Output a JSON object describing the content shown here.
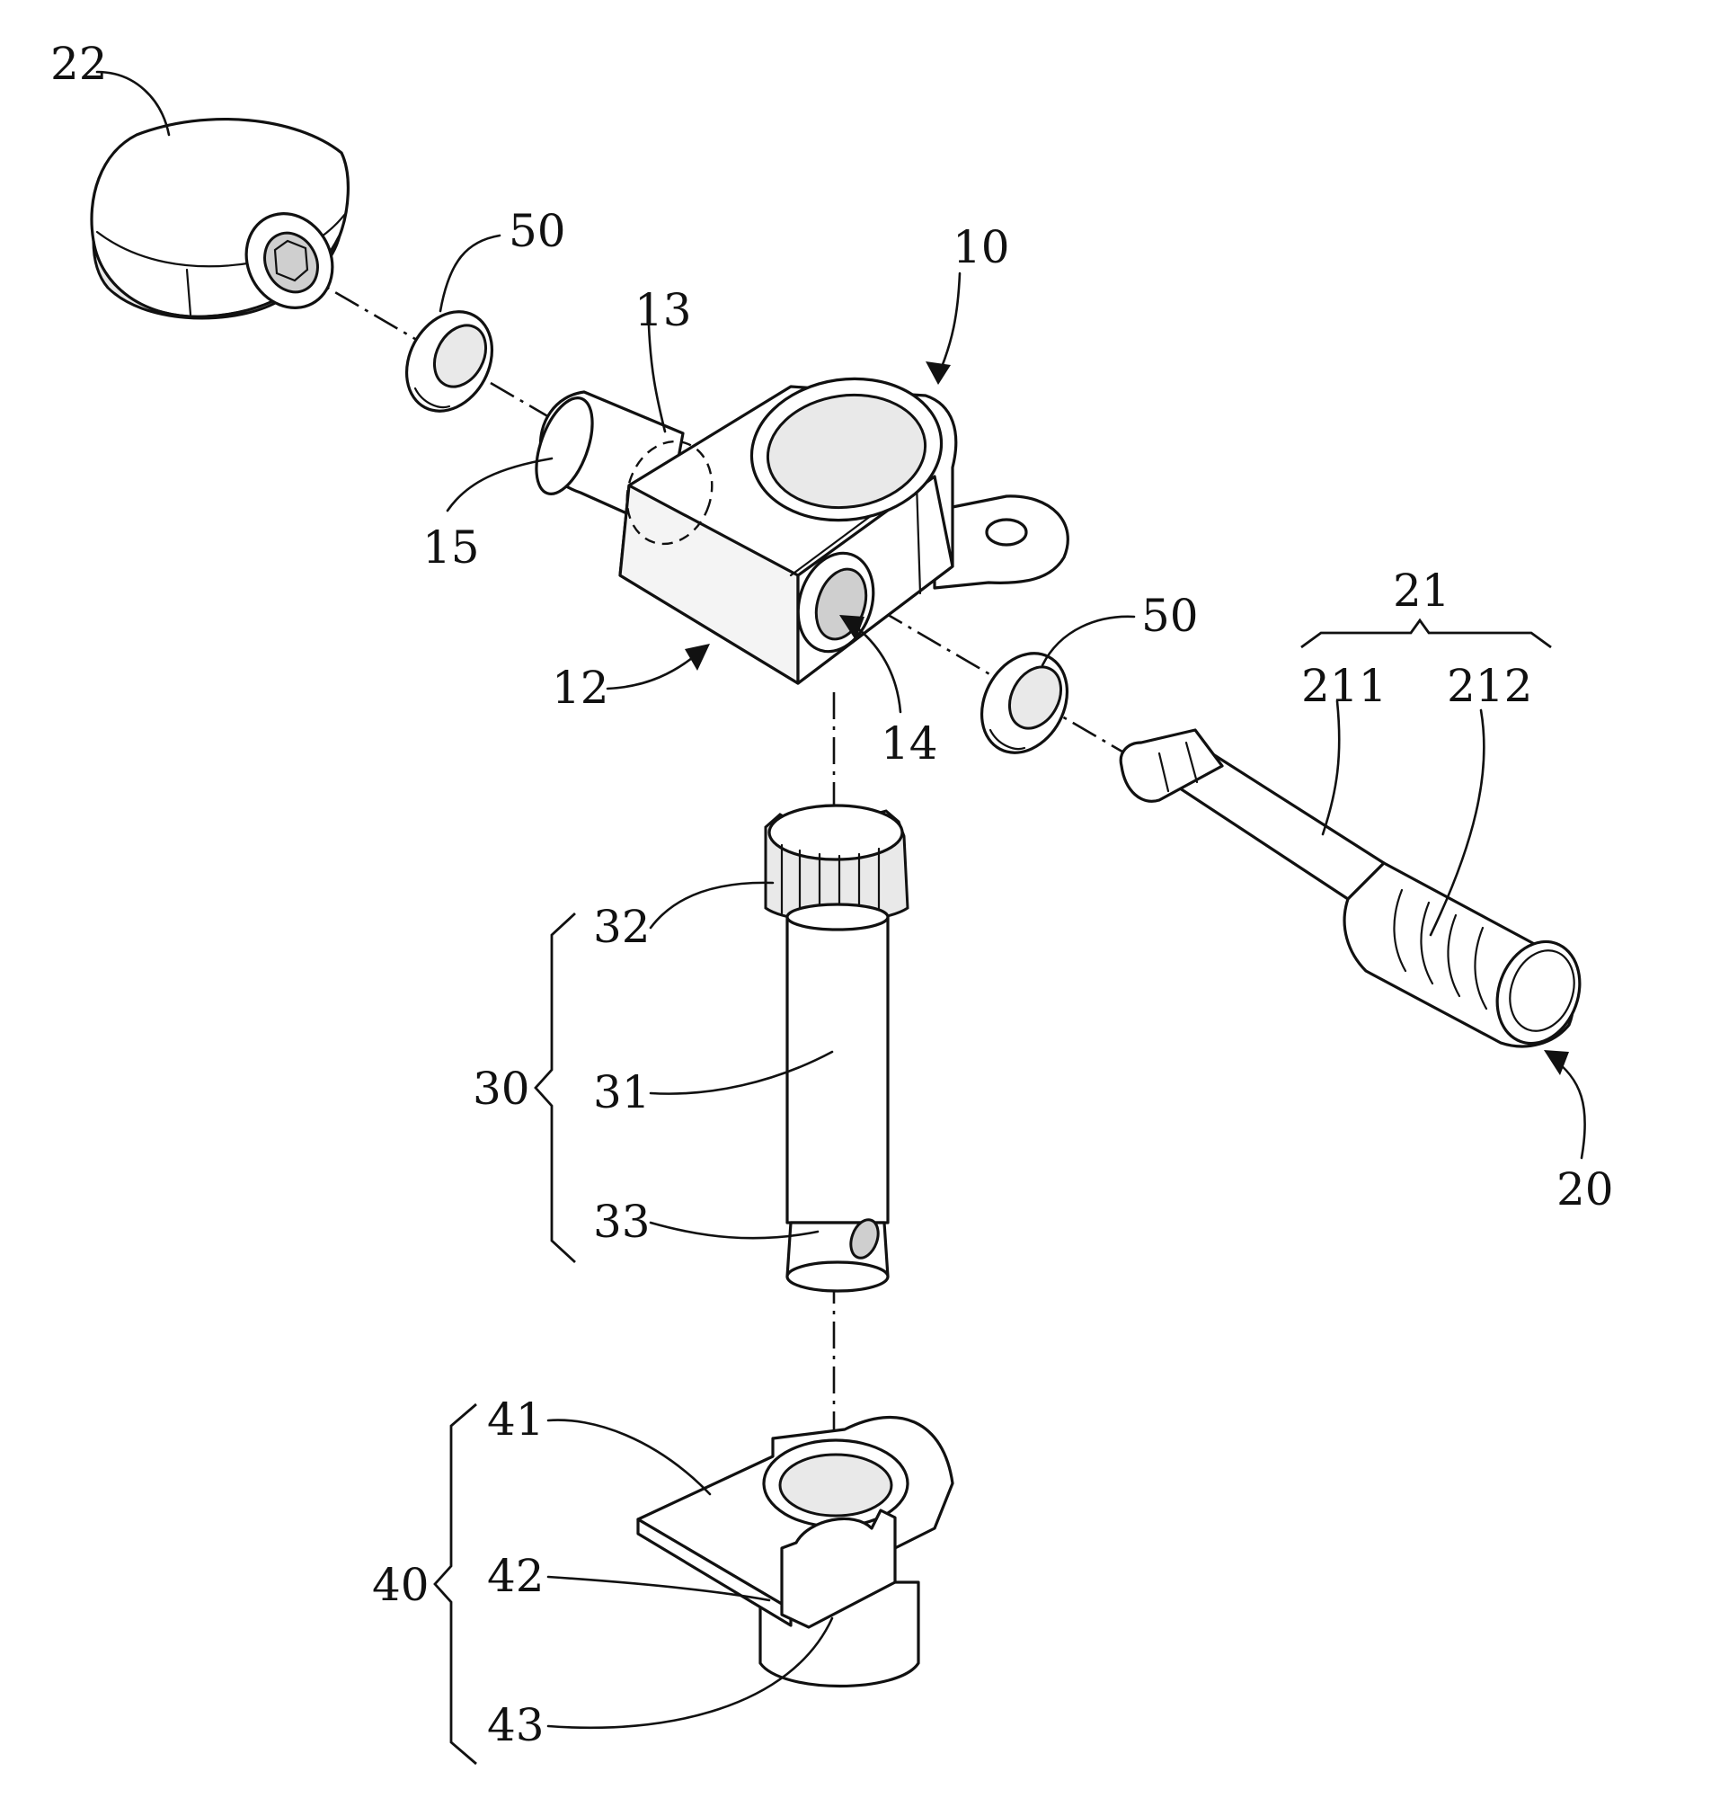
{
  "figure": {
    "reference_numerals": {
      "knob": "22",
      "washer_left": "50",
      "housing": "10",
      "cavity": "13",
      "post": "15",
      "base": "12",
      "bore": "14",
      "washer_right": "50",
      "worm_group": "21",
      "worm_shaft": "211",
      "worm_thread": "212",
      "worm_assembly": "20",
      "gear_group": "30",
      "gear_teeth": "32",
      "gear_shaft": "31",
      "gear_hole": "33",
      "bushing_group": "40",
      "bushing_plate": "41",
      "bushing_lug": "42",
      "bushing_collar": "43"
    }
  }
}
